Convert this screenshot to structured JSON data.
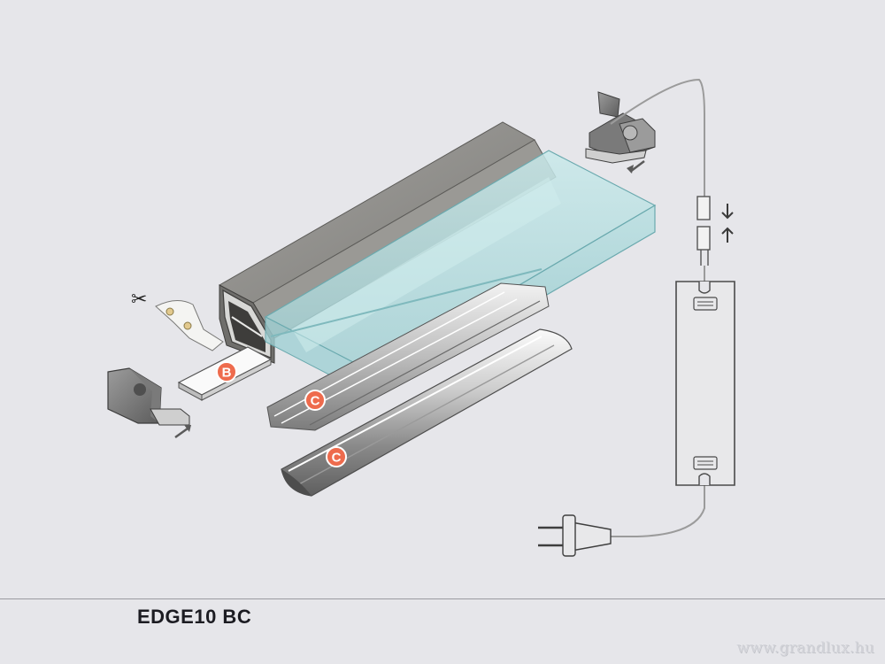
{
  "product_code": "EDGE10 BC",
  "watermark": "www.grandlux.hu",
  "callouts": [
    {
      "letter": "B",
      "part": "led-strip-support"
    },
    {
      "letter": "C",
      "part": "clip-holder"
    },
    {
      "letter": "C",
      "part": "round-clip-holder"
    }
  ],
  "colors": {
    "background": "#e6e6ea",
    "callout_fill": "#ee6b4d",
    "profile_gray": "#8e8d8a",
    "glass_tint": "#a9d7d9"
  },
  "icons": [
    "scissors-icon",
    "arrow-icon",
    "plug-icon",
    "power-supply-icon",
    "connector-icon"
  ]
}
